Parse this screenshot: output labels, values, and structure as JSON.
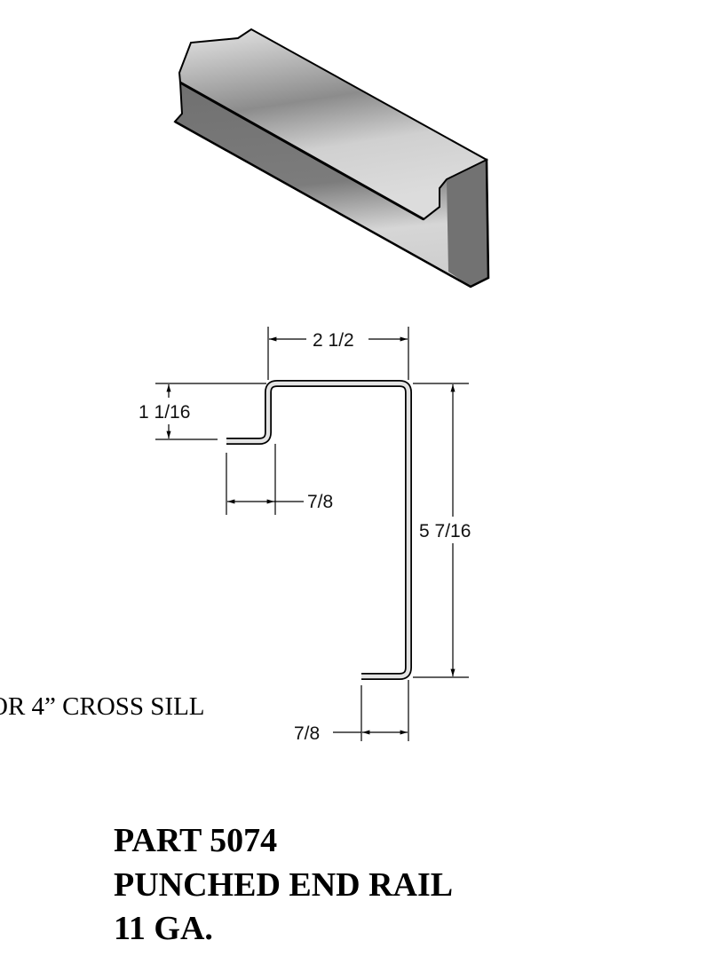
{
  "drawing": {
    "dimensions": {
      "top_width": "2 1/2",
      "step_height": "1 1/16",
      "upper_flange": "7/8",
      "overall_height": "5 7/16",
      "lower_flange": "7/8"
    },
    "note": "OR 4” CROSS SILL"
  },
  "title": {
    "part": "PART 5074",
    "name": "PUNCHED END RAIL",
    "gauge": "11 GA."
  },
  "colors": {
    "part_light": "#d8d8d8",
    "part_dark": "#7a7a7a",
    "line": "#000000"
  }
}
